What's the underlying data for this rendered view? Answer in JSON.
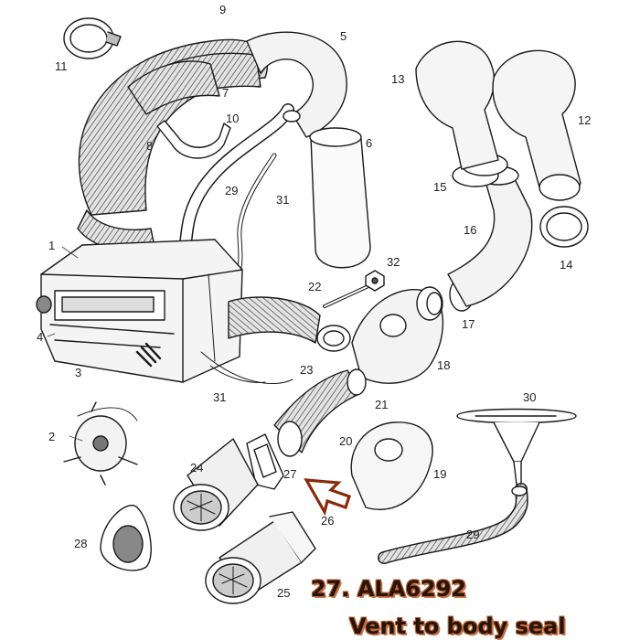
{
  "callouts": [
    "1",
    "2",
    "3",
    "4",
    "5",
    "6",
    "7",
    "8",
    "9",
    "10",
    "11",
    "12",
    "13",
    "14",
    "15",
    "16",
    "17",
    "18",
    "19",
    "20",
    "21",
    "22",
    "23",
    "24",
    "25",
    "26",
    "27",
    "28",
    "29",
    "29",
    "30",
    "31",
    "31",
    "32"
  ],
  "caption": {
    "line1": "27. ALA6292",
    "line2": "Vent to body seal"
  },
  "colors": {
    "line": "#1a1a1a",
    "hose_fill": "#e9e9e9",
    "highlight_arrow": "#8a2a0a",
    "caption_text": "#2a1408",
    "caption_outline": "#b8643a"
  }
}
